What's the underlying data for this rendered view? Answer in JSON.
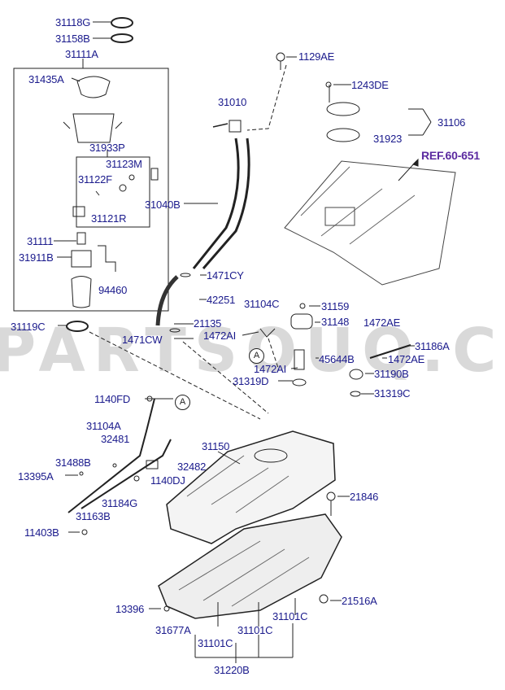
{
  "diagram": {
    "watermark": "PARTSOUQ.COM",
    "reference": "REF.60-651",
    "callout_letter": "A",
    "labels": {
      "p31118G": "31118G",
      "p31158B": "31158B",
      "p31111A": "31111A",
      "p31435A": "31435A",
      "p31933P": "31933P",
      "p31123M": "31123M",
      "p31122F": "31122F",
      "p31121R": "31121R",
      "p31111": "31111",
      "p31911B": "31911B",
      "p94460": "94460",
      "p1129AE": "1129AE",
      "p31010": "31010",
      "p1243DE": "1243DE",
      "p31106": "31106",
      "p31923": "31923",
      "p31040B": "31040B",
      "p1471CY": "1471CY",
      "p42251": "42251",
      "p21135": "21135",
      "p1471CW": "1471CW",
      "p31119C": "31119C",
      "p31104C": "31104C",
      "p1472AI_a": "1472AI",
      "p31159": "31159",
      "p31148": "31148",
      "p1472AE_a": "1472AE",
      "p31186A": "31186A",
      "p1472AE_b": "1472AE",
      "p45644B": "45644B",
      "p1472AI_b": "1472AI",
      "p31190B": "31190B",
      "p31319D": "31319D",
      "p31319C": "31319C",
      "p1140FD": "1140FD",
      "p31104A": "31104A",
      "p32481": "32481",
      "p31150": "31150",
      "p32482": "32482",
      "p1140DJ": "1140DJ",
      "p31488B": "31488B",
      "p13395A": "13395A",
      "p31184G": "31184G",
      "p31163B": "31163B",
      "p21846": "21846",
      "p11403B": "11403B",
      "p13396": "13396",
      "p21516A": "21516A",
      "p31101C_a": "31101C",
      "p31677A": "31677A",
      "p31101C_b": "31101C",
      "p31101C_c": "31101C",
      "p31220B": "31220B"
    }
  }
}
